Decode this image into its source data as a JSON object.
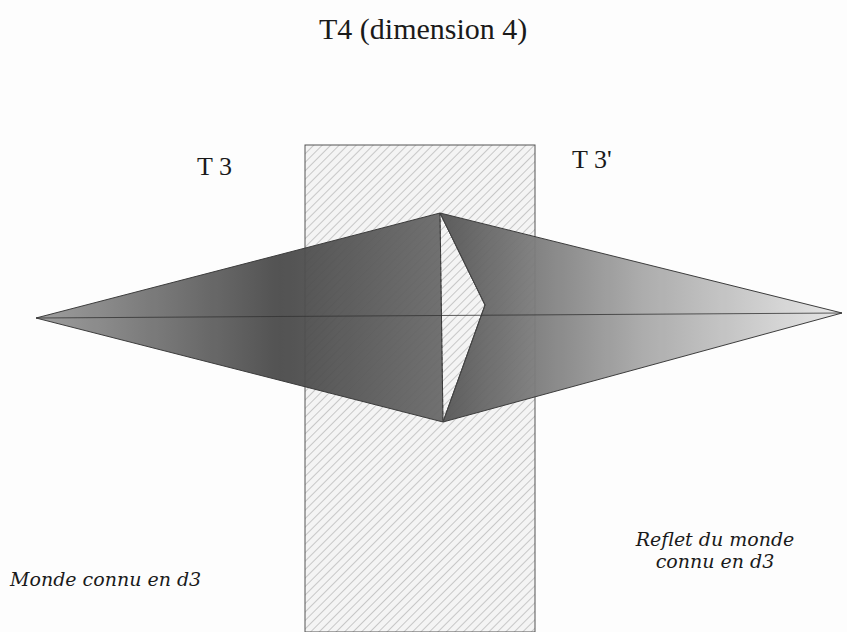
{
  "diagram": {
    "title": "T4 (dimension 4)",
    "labels": [
      "T 3",
      "T 3'",
      "Monde connu en d3",
      "Reflet du monde connu en d3"
    ]
  }
}
